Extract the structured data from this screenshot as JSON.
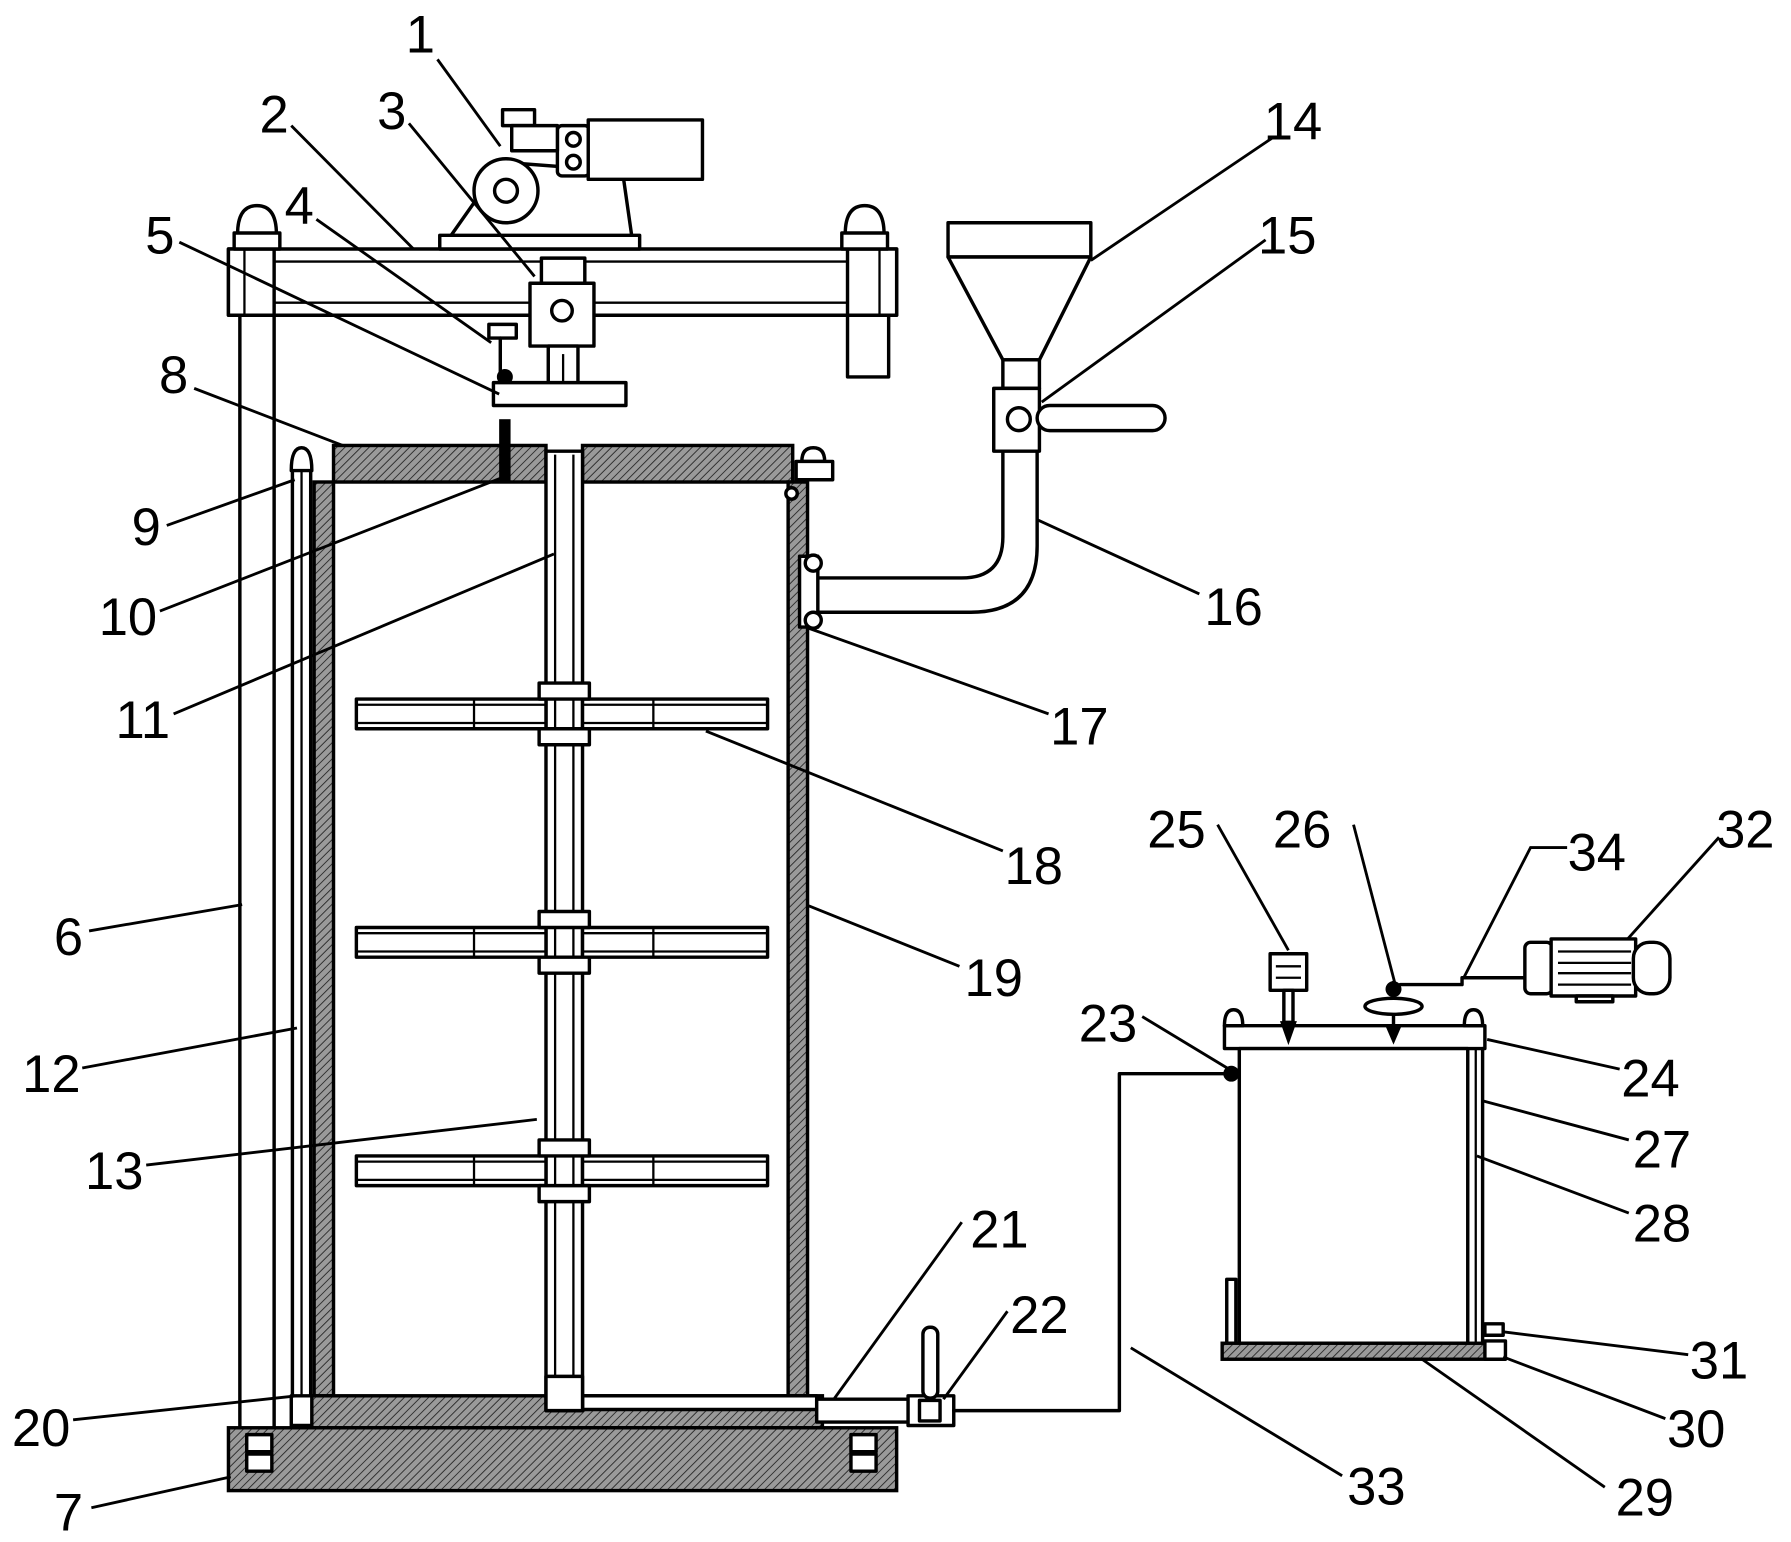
{
  "labels": [
    "1",
    "2",
    "3",
    "4",
    "5",
    "6",
    "7",
    "8",
    "9",
    "10",
    "11",
    "12",
    "13",
    "14",
    "15",
    "16",
    "17",
    "18",
    "19",
    "20",
    "21",
    "22",
    "23",
    "24",
    "25",
    "26",
    "27",
    "28",
    "29",
    "30",
    "31",
    "32",
    "33",
    "34"
  ]
}
